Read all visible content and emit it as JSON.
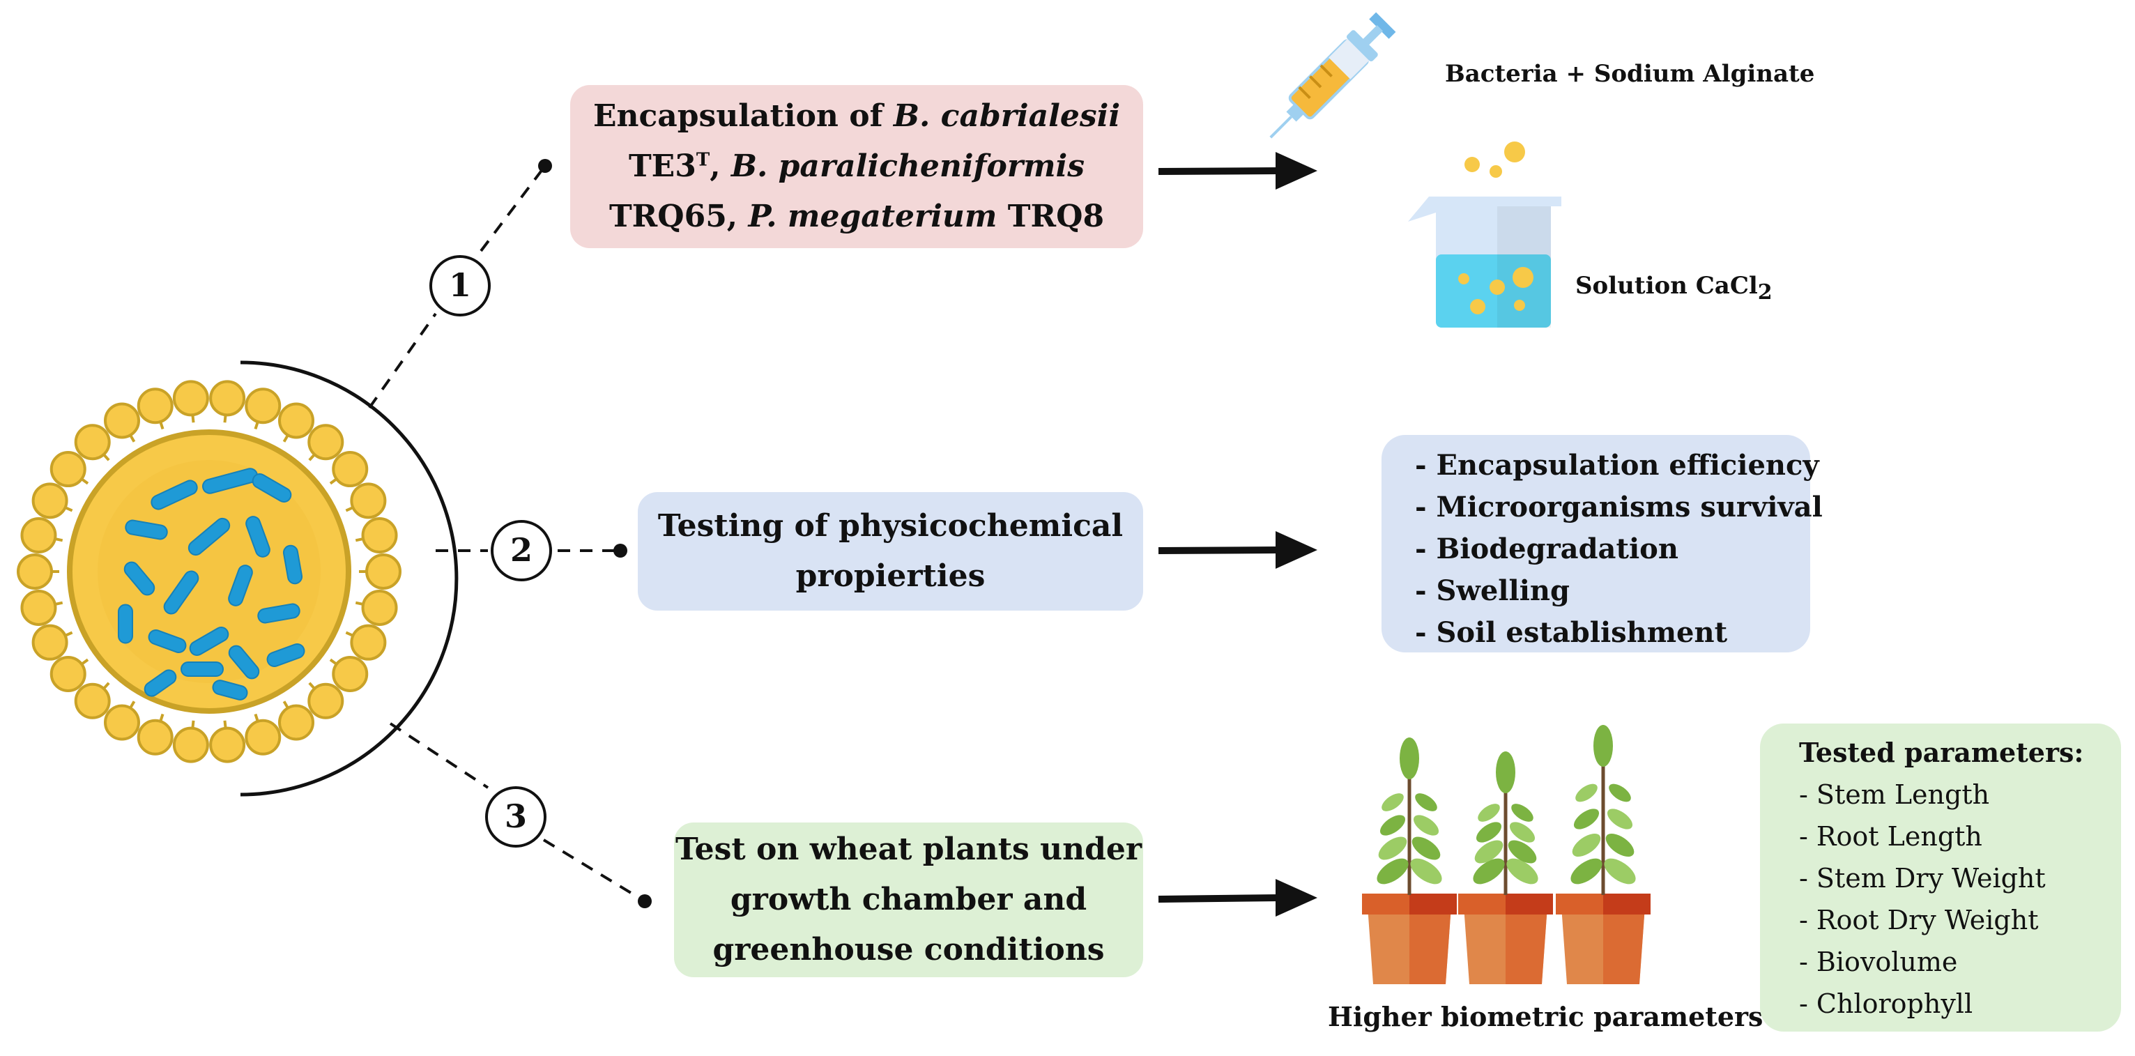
{
  "steps": [
    {
      "number": "1",
      "box_lines": [
        {
          "prefix": "Encapsulation of ",
          "italic": "B. cabrialesii",
          "suffix": ""
        },
        {
          "prefix": "TE3",
          "sup": "T",
          "mid": ", ",
          "italic": "B. paralicheniformis",
          "suffix": ""
        },
        {
          "prefix": "TRQ65, ",
          "italic": "P. megaterium",
          "suffix": " TRQ8"
        }
      ],
      "result_labels": {
        "syringe": "Bacteria + Sodium Alginate",
        "beaker_prefix": "Solution CaCl",
        "beaker_sub": "2"
      }
    },
    {
      "number": "2",
      "box_lines": [
        "Testing of physicochemical",
        "propierties"
      ],
      "result_items": [
        "- Encapsulation efficiency",
        "- Microorganisms survival",
        "- Biodegradation",
        "- Swelling",
        "- Soil establishment"
      ]
    },
    {
      "number": "3",
      "box_lines": [
        "Test on wheat plants under",
        "growth chamber and",
        "greenhouse conditions"
      ],
      "result_caption": "Higher biometric parameters",
      "parameters_title": "Tested parameters:",
      "parameters": [
        "- Stem Length",
        "- Root Length",
        "- Stem Dry Weight",
        "- Root Dry Weight",
        "- Biovolume",
        "- Chlorophyll"
      ]
    }
  ],
  "colors": {
    "pink_box": "#f3d8d8",
    "blue_box": "#d9e3f4",
    "green_box": "#ddf0d5",
    "capsule_yellow": "#f7c948",
    "bacteria_blue": "#1f9ad6",
    "pot_orange": "#e0874a",
    "pot_rim": "#c43c1a",
    "leaf_green": "#7cb342"
  },
  "icons": [
    "capsule-icon",
    "syringe-icon",
    "beaker-icon",
    "plant-pot-icon",
    "arrow-icon"
  ]
}
